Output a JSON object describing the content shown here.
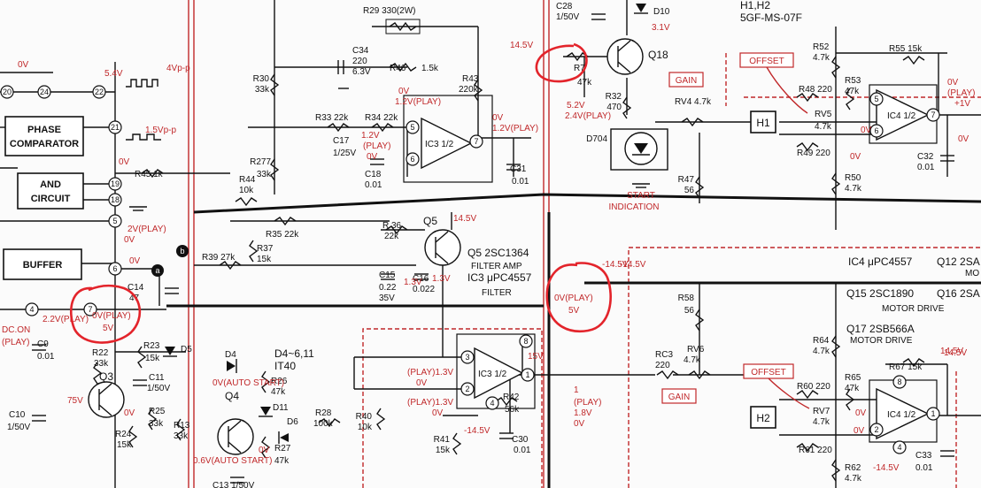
{
  "blocks": {
    "phase_comparator": [
      "PHASE",
      "COMPARATOR"
    ],
    "and_circuit": [
      "AND",
      "CIRCUIT"
    ],
    "buffer": "BUFFER"
  },
  "ics": {
    "ic3_upper": "IC3 1/2",
    "ic3_lower": "IC3 1/2",
    "ic4_upper": "IC4 1/2",
    "ic4_lower": "IC4 1/2",
    "h1_box": "H1",
    "h2_box": "H2"
  },
  "transistors": {
    "q18": "Q18",
    "q5": "Q5",
    "q3": "Q3",
    "q4": "Q4",
    "d704": "D704",
    "d10": "D10"
  },
  "component_labels": [
    "R29 330(2W)",
    "C34",
    "220",
    "6.3V",
    "R46",
    "1.5k",
    "R43",
    "220k",
    "R30",
    "33k",
    "R33 22k",
    "R34 22k",
    "C17",
    "1/25V",
    "C18",
    "0.01",
    "C31",
    "0.01",
    "R277",
    "33k",
    "R44",
    "10k",
    "R45 1k",
    "R35 22k",
    "R39 27k",
    "R37",
    "15k",
    "R 36",
    "22k",
    "C15",
    "0.22",
    "35V",
    "C16",
    "0.022",
    "C14",
    "47",
    "C28",
    "1/50V",
    "R7",
    "47k",
    "R32",
    "470",
    "RV4 4.7k",
    "R47",
    "56",
    "R52",
    "4.7k",
    "R55 15k",
    "R53",
    "47k",
    "R48 220",
    "RV5",
    "4.7k",
    "R49 220",
    "C32",
    "0.01",
    "R50",
    "4.7k",
    "R58",
    "56",
    "RC3",
    "220",
    "RV6",
    "4.7k",
    "R64",
    "4.7k",
    "R60 220",
    "R65",
    "47k",
    "RV7",
    "4.7k",
    "R61 220",
    "R67 15k",
    "R62",
    "4.7k",
    "C33",
    "0.01",
    "R40",
    "10k",
    "R41",
    "15k",
    "R42",
    "56k",
    "C30",
    "0.01",
    "R28",
    "100k",
    "R26",
    "47k",
    "R27",
    "47k",
    "D4",
    "D4~6,11",
    "IT40",
    "D5",
    "D6",
    "D11",
    "R22",
    "33k",
    "R23",
    "15k",
    "C11",
    "1/50V",
    "R25",
    "33k",
    "R13",
    "33k",
    "R24",
    "15k",
    "C10",
    "1/50V",
    "C9",
    "0.01",
    "C13 1/50V"
  ],
  "part_list": {
    "h_header": "H1,H2",
    "h_part": "5GF-MS-07F",
    "ic4": "IC4 μPC4557",
    "q12": "Q12 2SA",
    "q12_tail": "MO",
    "q15": "Q15 2SC1890",
    "q16": "Q16 2SA",
    "motor_drive_1": "MOTOR DRIVE",
    "q17": "Q17 2SB566A",
    "motor_drive_2": "MOTOR DRIVE",
    "q5_desc": "Q5 2SC1364",
    "q5_filter": "FILTER AMP",
    "ic3_desc": "IC3 μPC4557",
    "ic3_filter": "FILTER",
    "start_indication": [
      "START",
      "INDICATION"
    ],
    "gain_upper": "GAIN",
    "gain_lower": "GAIN",
    "offset_upper": "OFFSET",
    "offset_lower": "OFFSET"
  },
  "pins": [
    "20",
    "24",
    "22",
    "21",
    "19",
    "18",
    "5",
    "6",
    "4",
    "7",
    "5",
    "6",
    "7",
    "8",
    "3",
    "2",
    "4",
    "1",
    "5",
    "6",
    "7",
    "8",
    "2",
    "1",
    "4"
  ],
  "voltages": [
    "0V",
    "5.4V",
    "4Vp-p",
    "1.5Vp-p",
    "0V",
    "2V(PLAY)",
    "0V",
    "0V",
    "2.2V(PLAY)",
    "0V(PLAY)",
    "5V",
    "DC.ON",
    "(PLAY)",
    "0V",
    "1.2V(PLAY)",
    "0V",
    "1.2V(PLAY)",
    "1.2V",
    "(PLAY)",
    "0V",
    "14.5V",
    "3.1V",
    "5.2V",
    "2.4V(PLAY)",
    "0V",
    "(PLAY)",
    "+1V",
    "0V",
    "0V",
    "-14.5V",
    "0V(PLAY)",
    "5V",
    "14.5V",
    "1.3V",
    "(PLAY)1.3V",
    "0V",
    "(PLAY)1.3V",
    "0V",
    "-14.5V",
    "15V",
    "1",
    "(PLAY)",
    "1.8V",
    "0V",
    "0V",
    "14.5V",
    "-14.5V",
    "0V",
    "0V(AUTO START)",
    "0.6V(AUTO START)",
    "0V",
    "75V",
    "0V",
    "1.3V",
    "0V",
    "-14.5V",
    "14.5V"
  ],
  "nodes": [
    "a",
    "b"
  ]
}
